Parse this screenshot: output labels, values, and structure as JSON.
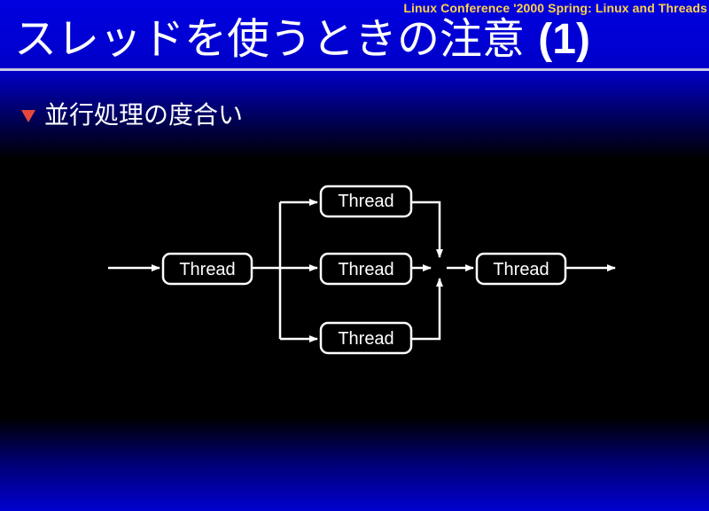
{
  "header": {
    "conference": "Linux Conference '2000 Spring:  Linux and Threads"
  },
  "title": {
    "text": "スレッドを使うときの注意",
    "number": "(1)"
  },
  "bullet": {
    "text": "並行処理の度合い"
  },
  "diagram": {
    "nodes": [
      {
        "id": "n1",
        "label": "Thread"
      },
      {
        "id": "n2",
        "label": "Thread"
      },
      {
        "id": "n3",
        "label": "Thread"
      },
      {
        "id": "n4",
        "label": "Thread"
      },
      {
        "id": "n5",
        "label": "Thread"
      }
    ]
  },
  "colors": {
    "accent": "#ffd24a",
    "bullet": "#e8483c",
    "text": "#ffffff"
  }
}
